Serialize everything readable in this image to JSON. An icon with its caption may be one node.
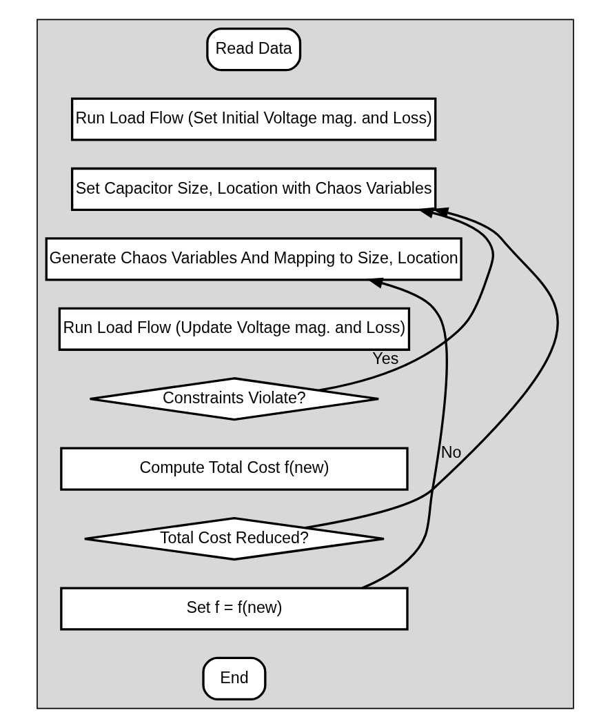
{
  "diagram": {
    "nodes": [
      {
        "text": [],
        "shape": "arrow"
      },
      {
        "text": [
          "Read Data"
        ],
        "in": 0
      },
      {
        "text": [
          "Run Load Flow (Set Initial Voltage mag. and Loss)"
        ],
        "in": 0
      },
      {
        "text": [
          "Set Capacitor Size, Location with Chaos Variables"
        ],
        "in": 0
      },
      {
        "text": [
          "Generate Chaos Variables And Mapping to Size, Location"
        ],
        "in": 0
      },
      {
        "text": [
          "Run Load Flow (Update Voltage mag. and Loss)"
        ],
        "in": 0
      },
      {
        "text": [
          "Constraints Violate?"
        ],
        "in": 0
      },
      {
        "text": [
          "Compute Total Cost f(new)"
        ],
        "in": 0
      },
      {
        "text": [
          "Total Cost Reduced?"
        ],
        "in": 0
      },
      {
        "text": [
          "Set f = f(new)"
        ],
        "in": 0
      },
      {
        "text": [
          "End"
        ],
        "in": 0
      }
    ],
    "edges": [
      {
        "from": 6,
        "to": 3,
        "arrow": "to",
        "label": "Yes"
      },
      {
        "from": 9,
        "to": 4,
        "arrow": "to"
      },
      {
        "from": 8,
        "to": 3,
        "arrow": "to",
        "label": "No"
      }
    ]
  }
}
